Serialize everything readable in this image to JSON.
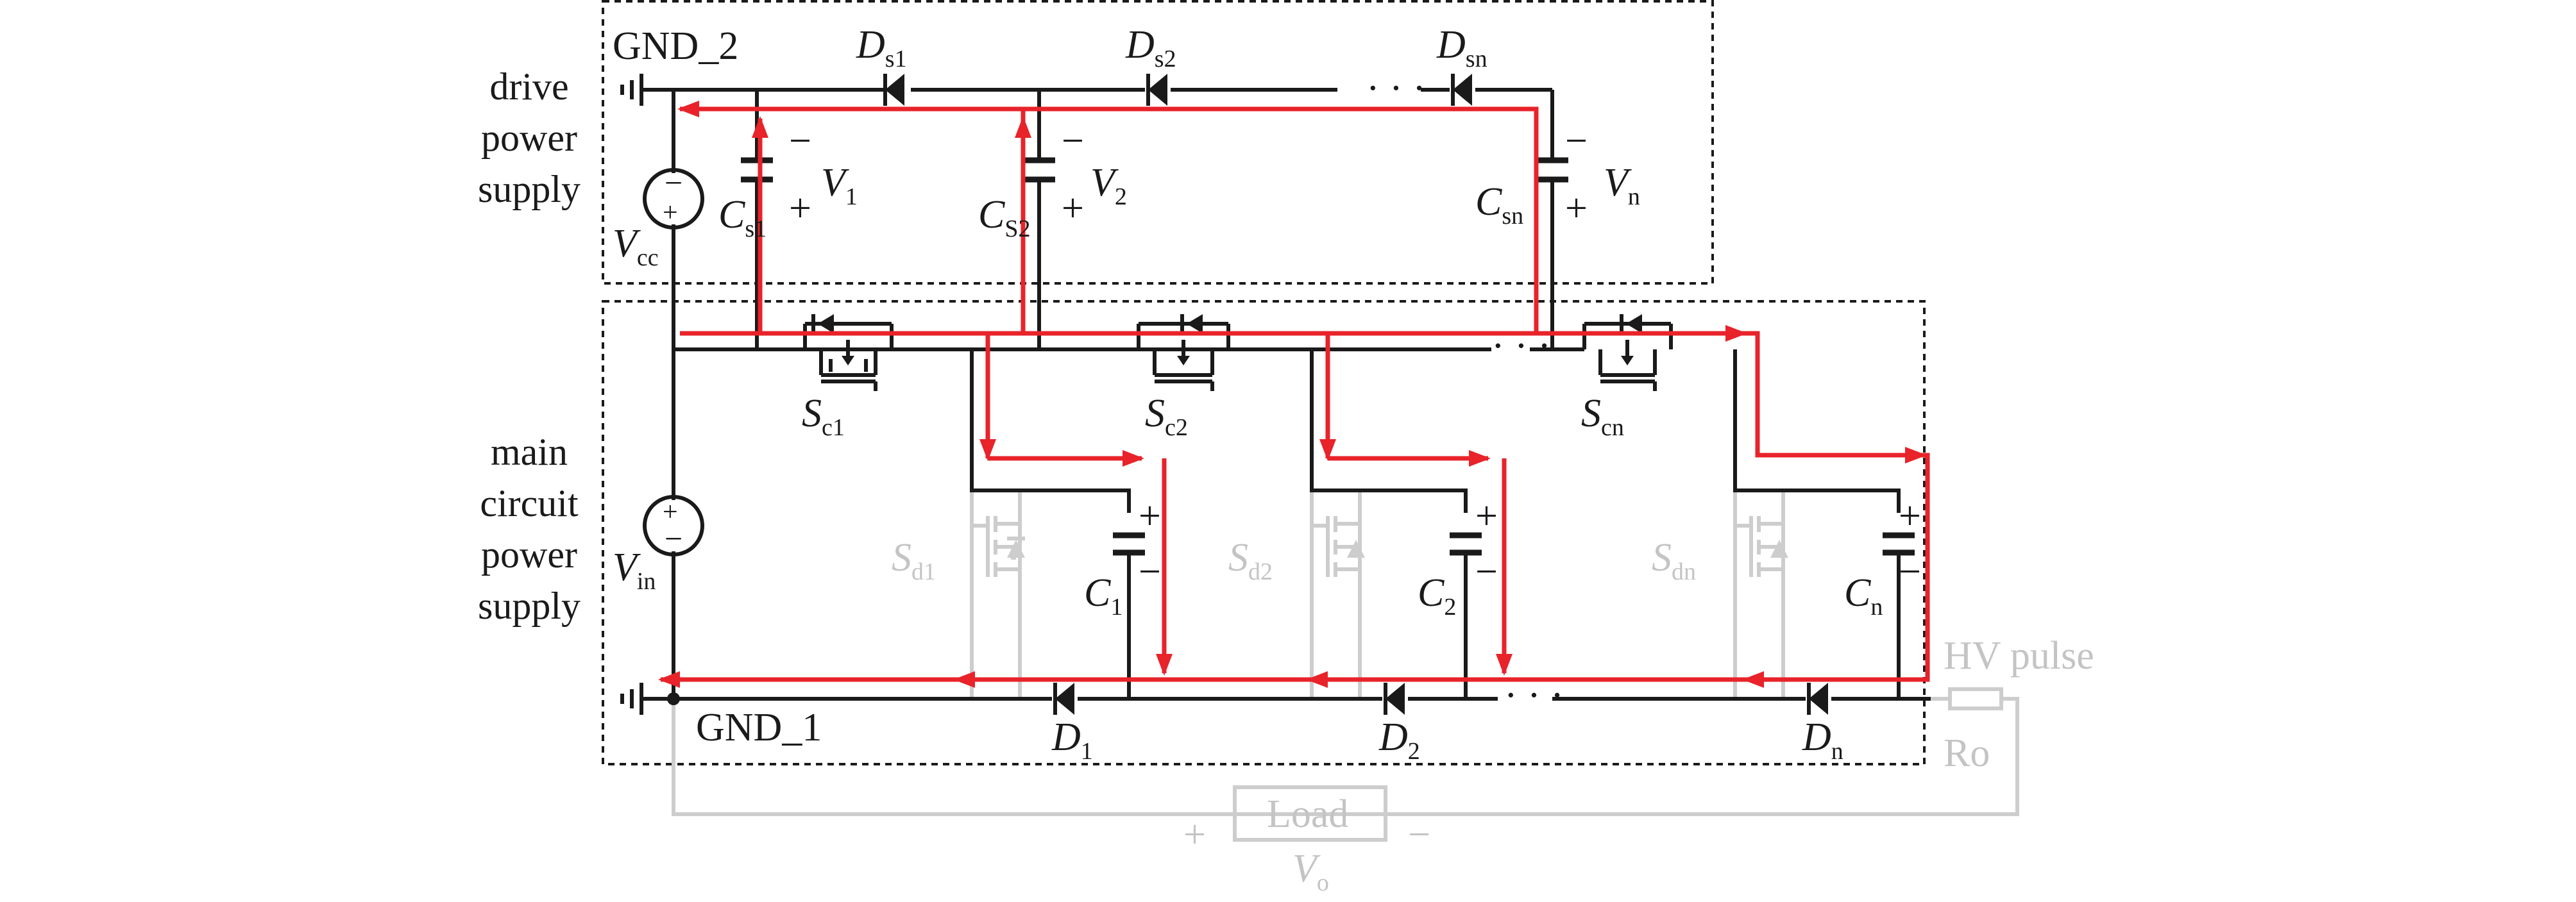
{
  "sections": {
    "drive_line1": "drive",
    "drive_line2": "power",
    "drive_line3": "supply",
    "main_line1": "main",
    "main_line2": "circuit",
    "main_line3": "power",
    "main_line4": "supply"
  },
  "grounds": {
    "gnd2": "GND_2",
    "gnd1": "GND_1"
  },
  "sources": {
    "vcc": {
      "base": "V",
      "sub": "cc"
    },
    "vin": {
      "base": "V",
      "sub": "in"
    }
  },
  "drive_diodes": [
    {
      "base": "D",
      "sub": "s1"
    },
    {
      "base": "D",
      "sub": "s2"
    },
    {
      "base": "D",
      "sub": "sn"
    }
  ],
  "drive_caps": [
    {
      "base": "C",
      "sub": "s1",
      "vbase": "V",
      "vsub": "1"
    },
    {
      "base": "C",
      "sub": "S2",
      "vbase": "V",
      "vsub": "2"
    },
    {
      "base": "C",
      "sub": "sn",
      "vbase": "V",
      "vsub": "n"
    }
  ],
  "charge_switches": [
    {
      "base": "S",
      "sub": "c1"
    },
    {
      "base": "S",
      "sub": "c2"
    },
    {
      "base": "S",
      "sub": "cn"
    }
  ],
  "discharge_switches": [
    {
      "base": "S",
      "sub": "d1"
    },
    {
      "base": "S",
      "sub": "d2"
    },
    {
      "base": "S",
      "sub": "dn"
    }
  ],
  "main_caps": [
    {
      "base": "C",
      "sub": "1"
    },
    {
      "base": "C",
      "sub": "2"
    },
    {
      "base": "C",
      "sub": "n"
    }
  ],
  "main_diodes": [
    {
      "base": "D",
      "sub": "1"
    },
    {
      "base": "D",
      "sub": "2"
    },
    {
      "base": "D",
      "sub": "n"
    }
  ],
  "polarity": {
    "plus": "+",
    "minus": "−"
  },
  "ellipsis": "· · ·",
  "output": {
    "hv_pulse": "HV pulse",
    "ro": "Ro",
    "load": "Load",
    "vo": {
      "base": "V",
      "sub": "o"
    },
    "plus": "+",
    "minus": "−"
  },
  "colors": {
    "wire": "#1a1a1a",
    "current_path": "#e8232a",
    "inactive": "#c4c4c4"
  }
}
